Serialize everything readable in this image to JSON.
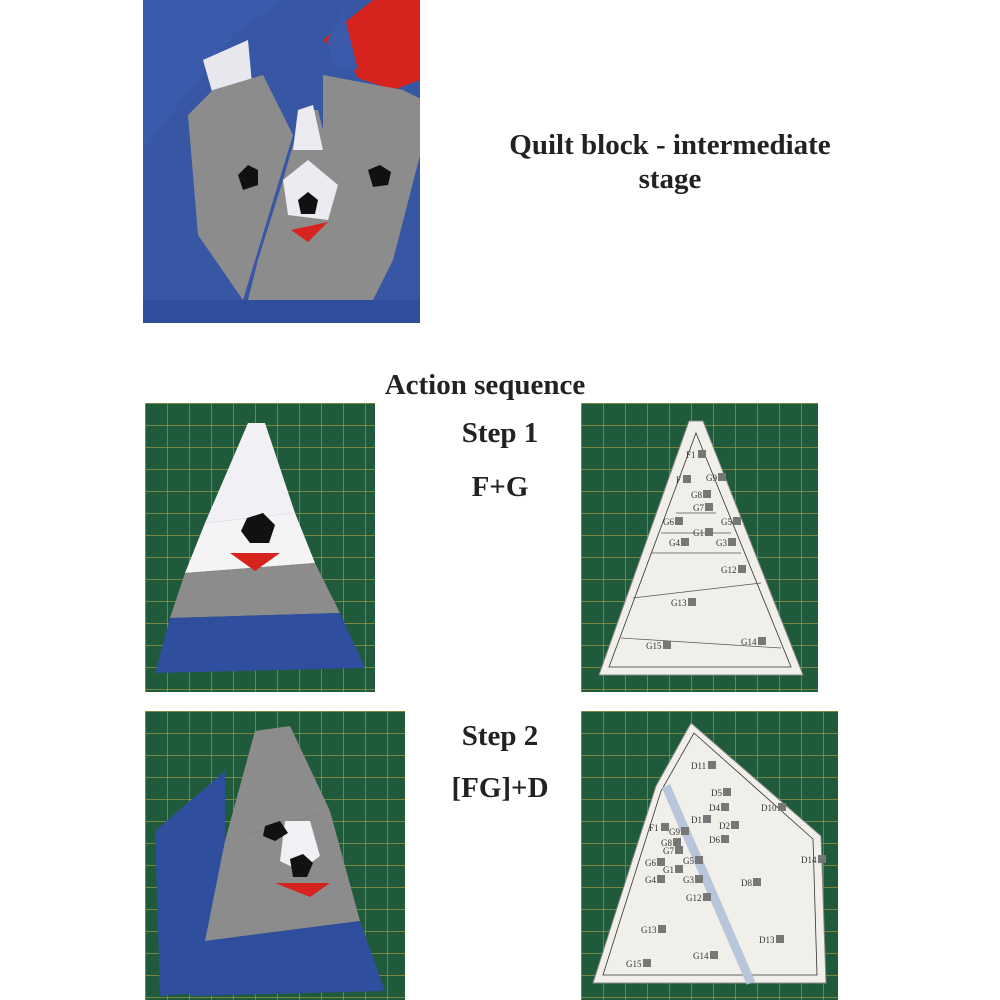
{
  "title": {
    "line1": "Quilt block - intermediate",
    "line2": "stage"
  },
  "section_heading": "Action sequence",
  "steps": [
    {
      "label": "Step 1",
      "formula": "F+G"
    },
    {
      "label": "Step 2",
      "formula": "[FG]+D"
    }
  ],
  "step1_template_labels": [
    "F1",
    "F",
    "G9",
    "G8",
    "G7",
    "G6",
    "G5",
    "G1",
    "G4",
    "G3",
    "G12",
    "G13",
    "G14",
    "G15"
  ],
  "step2_template_labels": [
    "D11",
    "D5",
    "D4",
    "D10",
    "F1",
    "D1",
    "D2",
    "G9",
    "G8",
    "D6",
    "G7",
    "G6",
    "G5",
    "G1",
    "G4",
    "G3",
    "D14",
    "D8",
    "G12",
    "G13",
    "D13",
    "G14",
    "G15"
  ],
  "colors": {
    "mat_green": "#1f5a3a",
    "grid_yellow": "#c9b24a",
    "fabric_blue": "#2f4f9e",
    "fabric_gray": "#8c8c8c",
    "fabric_red": "#d6231e",
    "paper": "#f1efe9"
  }
}
